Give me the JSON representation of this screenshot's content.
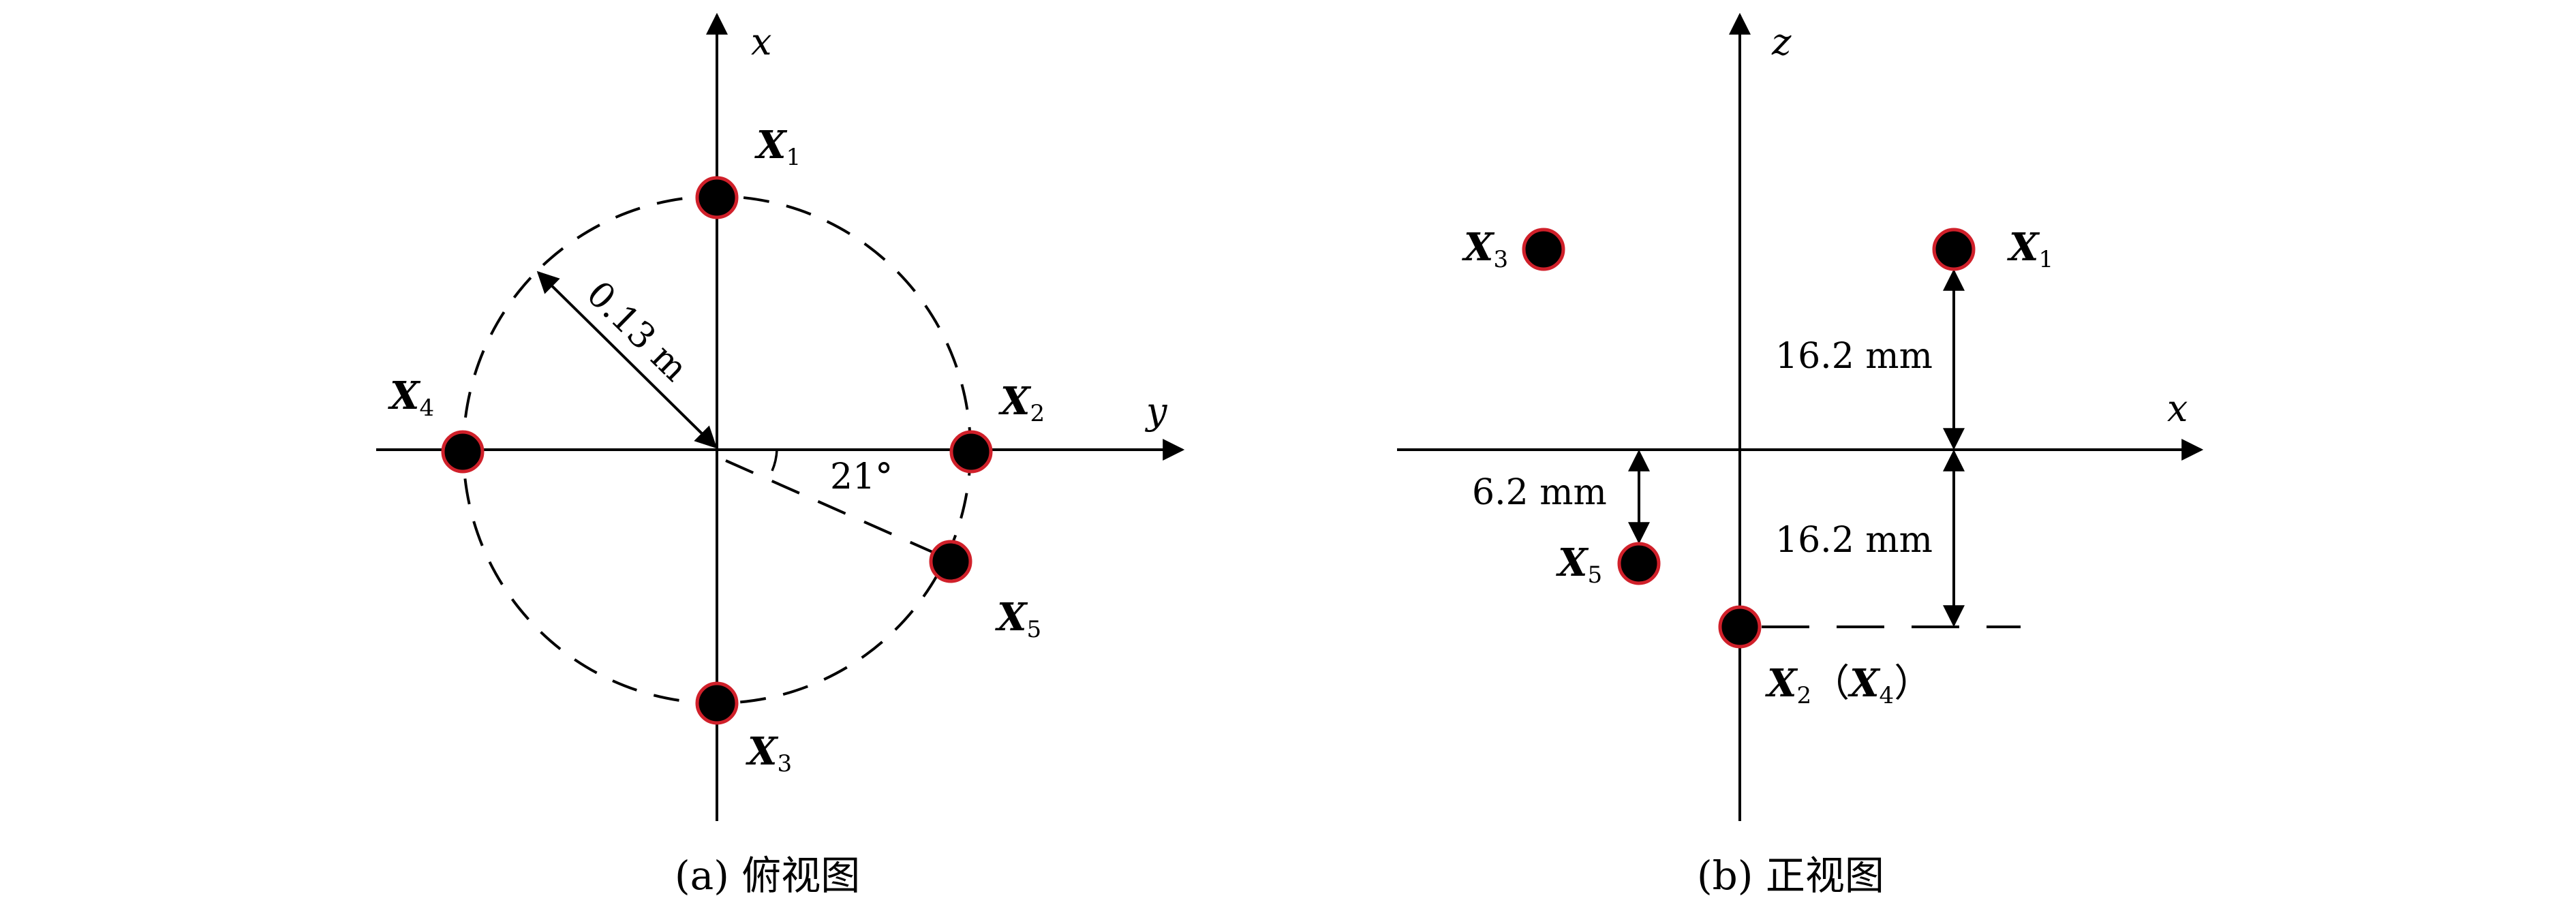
{
  "panel_a": {
    "caption": "(a) 俯视图",
    "axis_x": "x",
    "axis_y": "y",
    "radius_label": "0.13 m",
    "angle_label": "21°",
    "points": {
      "X1": {
        "main": "X",
        "sub": "1"
      },
      "X2": {
        "main": "X",
        "sub": "2"
      },
      "X3": {
        "main": "X",
        "sub": "3"
      },
      "X4": {
        "main": "X",
        "sub": "4"
      },
      "X5": {
        "main": "X",
        "sub": "5"
      }
    }
  },
  "panel_b": {
    "caption": "(b) 正视图",
    "axis_z": "z",
    "axis_x": "x",
    "dim_upper": "16.2 mm",
    "dim_lower": "16.2 mm",
    "dim_left": "6.2 mm",
    "points": {
      "X1": {
        "main": "X",
        "sub": "1"
      },
      "X2": {
        "main": "X",
        "sub": "2"
      },
      "X3": {
        "main": "X",
        "sub": "3"
      },
      "X4": {
        "main": "X",
        "sub": "4"
      },
      "X5": {
        "main": "X",
        "sub": "5"
      }
    },
    "paren_open": "（",
    "paren_close": "）"
  },
  "colors": {
    "point_fill": "#000000",
    "point_outline": "#d0202a",
    "line": "#000000"
  }
}
